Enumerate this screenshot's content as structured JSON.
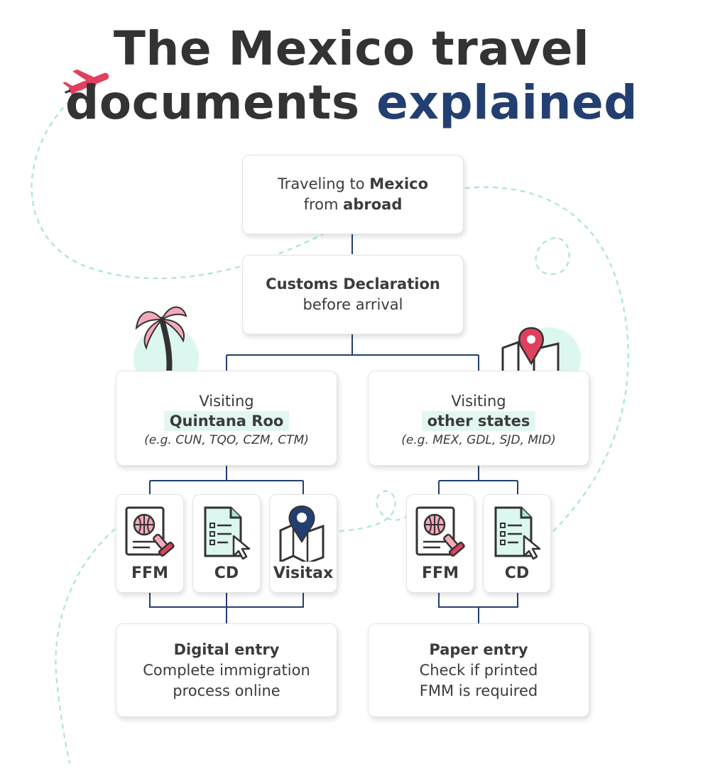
{
  "title": {
    "line1": "The Mexico travel",
    "line2_plain": "documents",
    "line2_accent": "explained"
  },
  "colors": {
    "title": "#333333",
    "accent": "#233f72",
    "highlight": "#e2f7f2",
    "connector": "#233f72",
    "dash": "#a8e6d6",
    "pink": "#f5a9b8",
    "red": "#e0405e"
  },
  "top": {
    "start": {
      "text_a": "Traveling to",
      "bold_a": "Mexico",
      "text_b": "from",
      "bold_b": "abroad"
    },
    "customs": {
      "bold": "Customs Declaration",
      "text": "before arrival"
    }
  },
  "branches": {
    "left": {
      "visiting": "Visiting",
      "region": "Quintana Roo",
      "examples": "(e.g. CUN, TQO, CZM, CTM)",
      "docs": [
        {
          "label": "FFM",
          "icon": "passport-stamp-icon"
        },
        {
          "label": "CD",
          "icon": "document-cursor-icon"
        },
        {
          "label": "Visitax",
          "icon": "map-pin-icon"
        }
      ],
      "result": {
        "bold": "Digital entry",
        "line1": "Complete immigration",
        "line2": "process online"
      }
    },
    "right": {
      "visiting": "Visiting",
      "region": "other states",
      "examples": "(e.g. MEX, GDL, SJD, MID)",
      "docs": [
        {
          "label": "FFM",
          "icon": "passport-stamp-icon"
        },
        {
          "label": "CD",
          "icon": "document-cursor-icon"
        }
      ],
      "result": {
        "bold": "Paper entry",
        "line1": "Check if printed",
        "line2": "FMM is required"
      }
    }
  },
  "decorations": [
    "airplane-icon",
    "palm-tree-icon",
    "map-location-icon"
  ]
}
